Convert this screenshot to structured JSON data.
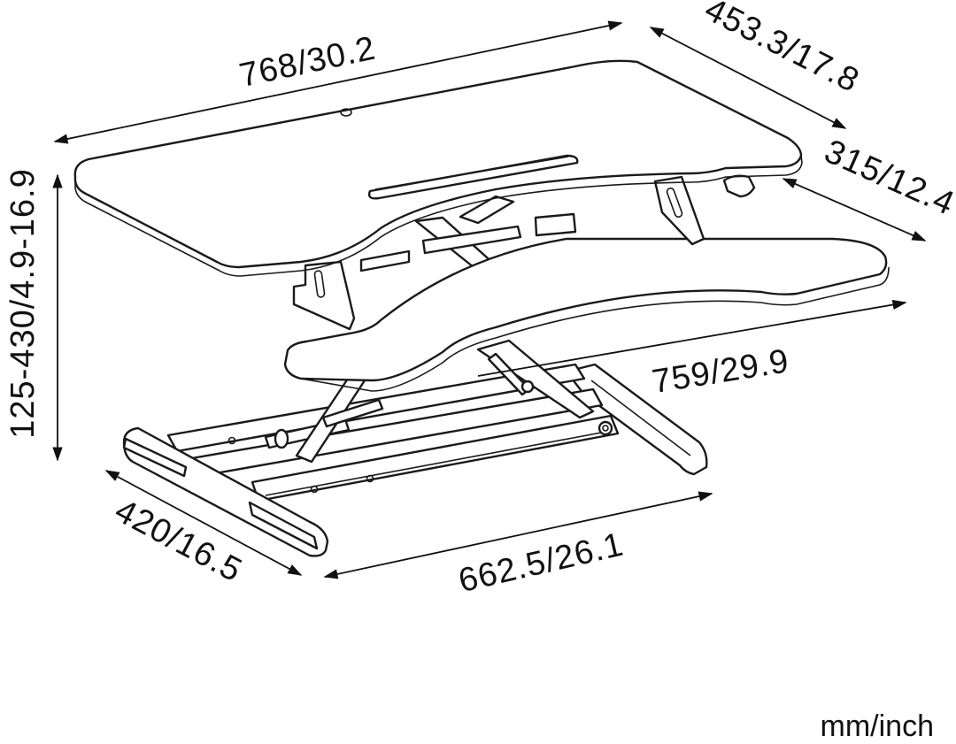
{
  "dimensions": {
    "top_width": "768/30.2",
    "top_depth": "453.3/17.8",
    "keyboard_depth": "315/12.4",
    "keyboard_width": "759/29.9",
    "height_range": "125-430/4.9-16.9",
    "base_depth": "420/16.5",
    "base_width": "662.5/26.1"
  },
  "units": "mm/inch"
}
